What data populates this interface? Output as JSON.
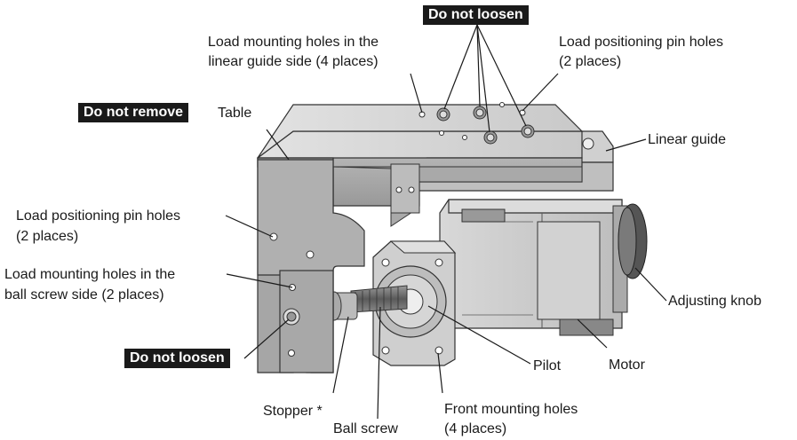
{
  "labels": {
    "do_not_loosen_top": "Do not loosen",
    "load_mount_linear_1": "Load mounting holes in the",
    "load_mount_linear_2": "linear guide side (4 places)",
    "load_pos_pin_top_1": "Load positioning pin holes",
    "load_pos_pin_top_2": "(2 places)",
    "do_not_remove": "Do not remove",
    "table": "Table",
    "linear_guide": "Linear guide",
    "load_pos_pin_left_1": "Load positioning pin holes",
    "load_pos_pin_left_2": "(2 places)",
    "load_mount_ball_1": "Load mounting holes in the",
    "load_mount_ball_2": "ball screw side (2 places)",
    "adjusting_knob": "Adjusting knob",
    "do_not_loosen_bottom": "Do not loosen",
    "pilot": "Pilot",
    "motor": "Motor",
    "stopper": "Stopper *",
    "front_mount_1": "Front mounting holes",
    "front_mount_2": "(4 places)",
    "ball_screw": "Ball screw"
  }
}
